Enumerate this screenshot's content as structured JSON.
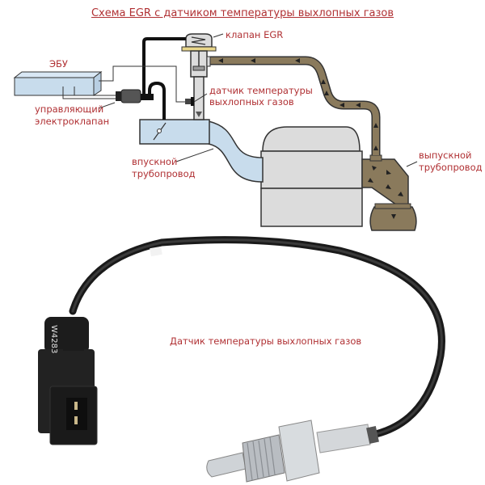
{
  "title": "Схема EGR с датчиком температуры выхлопных газов",
  "labels": {
    "ecu": "ЭБУ",
    "egr_valve": "клапан EGR",
    "sensor_line1": "датчик температуры",
    "sensor_line2": "выхлопных газов",
    "solenoid_line1": "управляющий",
    "solenoid_line2": "электроклапан",
    "intake_line1": "впускной",
    "intake_line2": "трубопровод",
    "exhaust_line1": "выпускной",
    "exhaust_line2": "трубопровод"
  },
  "photo": {
    "caption": "Датчик температуры выхлопных газов",
    "connector_marking": "W4283"
  },
  "colors": {
    "label_red": "#b03033",
    "exhaust_brown": "#8a7a5c",
    "intake_blue": "#c8dcec",
    "engine_gray": "#dcdcdc"
  }
}
